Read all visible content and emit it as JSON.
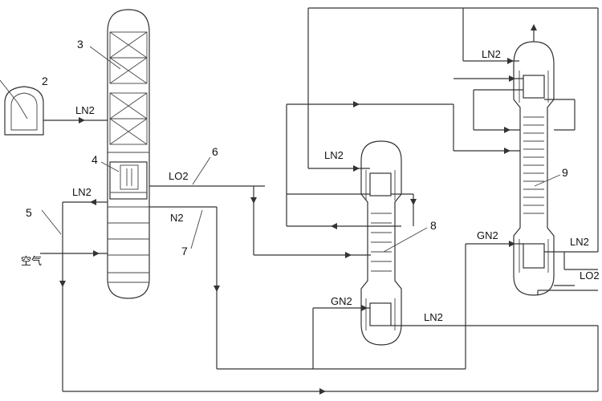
{
  "numbers": {
    "n2": "2",
    "n3": "3",
    "n4": "4",
    "n5": "5",
    "n6": "6",
    "n7": "7",
    "n8": "8",
    "n9": "9"
  },
  "labels": {
    "ln2_feed": "LN2",
    "ln2_left": "LN2",
    "lo2_out": "LO2",
    "n2_out": "N2",
    "air_in": "空气",
    "ln2_col8": "LN2",
    "gn2_col8": "GN2",
    "ln2_bottom": "LN2",
    "ln2_col9_top": "LN2",
    "gn2_col9": "GN2",
    "ln2_right": "LN2",
    "lo2_right": "LO2"
  },
  "colors": {
    "line": "#333333",
    "background": "#ffffff"
  }
}
